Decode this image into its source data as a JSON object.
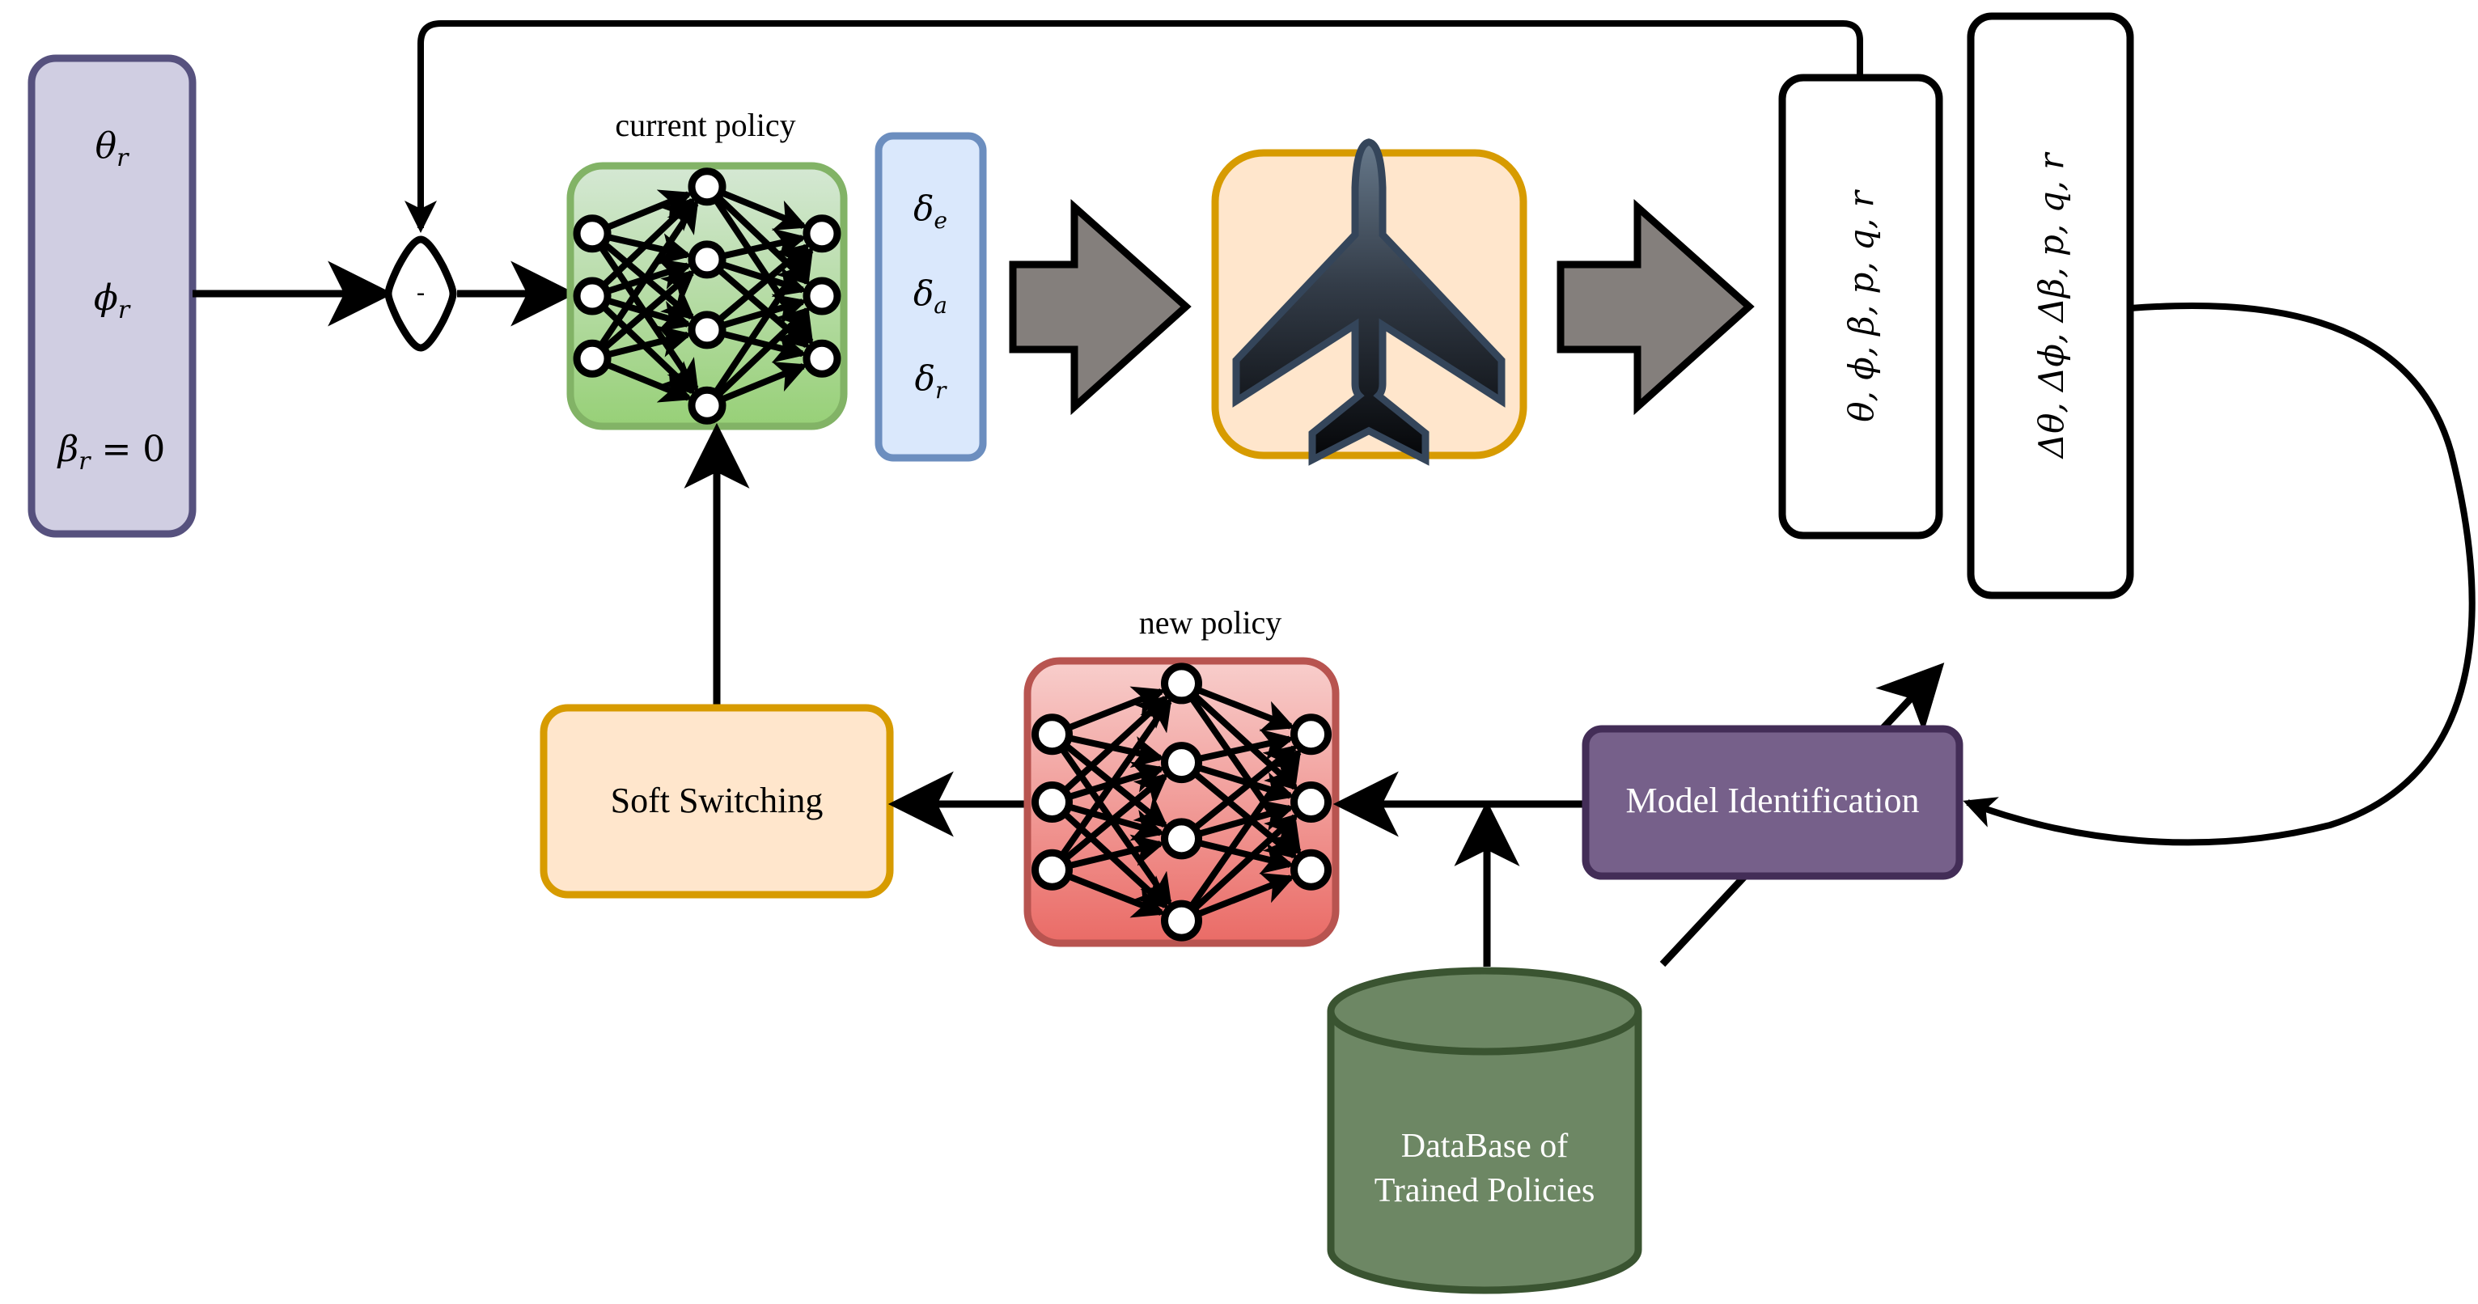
{
  "reference_box": {
    "items": [
      {
        "sym": "θ",
        "sub": "r",
        "suffix": ""
      },
      {
        "sym": "ϕ",
        "sub": "r",
        "suffix": ""
      },
      {
        "sym": "β",
        "sub": "r",
        "suffix": " = 0"
      }
    ]
  },
  "summing_junction": {
    "sign": "-"
  },
  "current_policy": {
    "label": "current policy"
  },
  "control_box": {
    "items": [
      {
        "sym": "δ",
        "sub": "e"
      },
      {
        "sym": "δ",
        "sub": "a"
      },
      {
        "sym": "δ",
        "sub": "r"
      }
    ]
  },
  "aircraft": {
    "icon": "airplane-icon"
  },
  "state_box": {
    "text": "θ, ϕ, β, p, q, r"
  },
  "delta_state_box": {
    "text": "Δθ, Δϕ, Δβ, p, q, r"
  },
  "new_policy": {
    "label": "new policy"
  },
  "soft_switching": {
    "label": "Soft Switching"
  },
  "model_identification": {
    "label": "Model Identification"
  },
  "database": {
    "line1": "DataBase of",
    "line2": "Trained Policies"
  },
  "colors": {
    "reference_fill": "#d0cee2",
    "reference_stroke": "#56517e",
    "green_top": "#d5e8d4",
    "green_bottom": "#97d077",
    "green_stroke": "#82b366",
    "blue_fill": "#dae8fc",
    "blue_stroke": "#6c8ebf",
    "orange_fill": "#ffe6cc",
    "orange_stroke": "#d79b00",
    "red_top": "#f8cecc",
    "red_bottom": "#ea6b66",
    "red_stroke": "#b85450",
    "purple_fill": "#76608a",
    "purple_stroke": "#432d57",
    "db_fill": "#6d8764",
    "db_stroke": "#3a5431",
    "gray_arrow": "#847f7c"
  }
}
